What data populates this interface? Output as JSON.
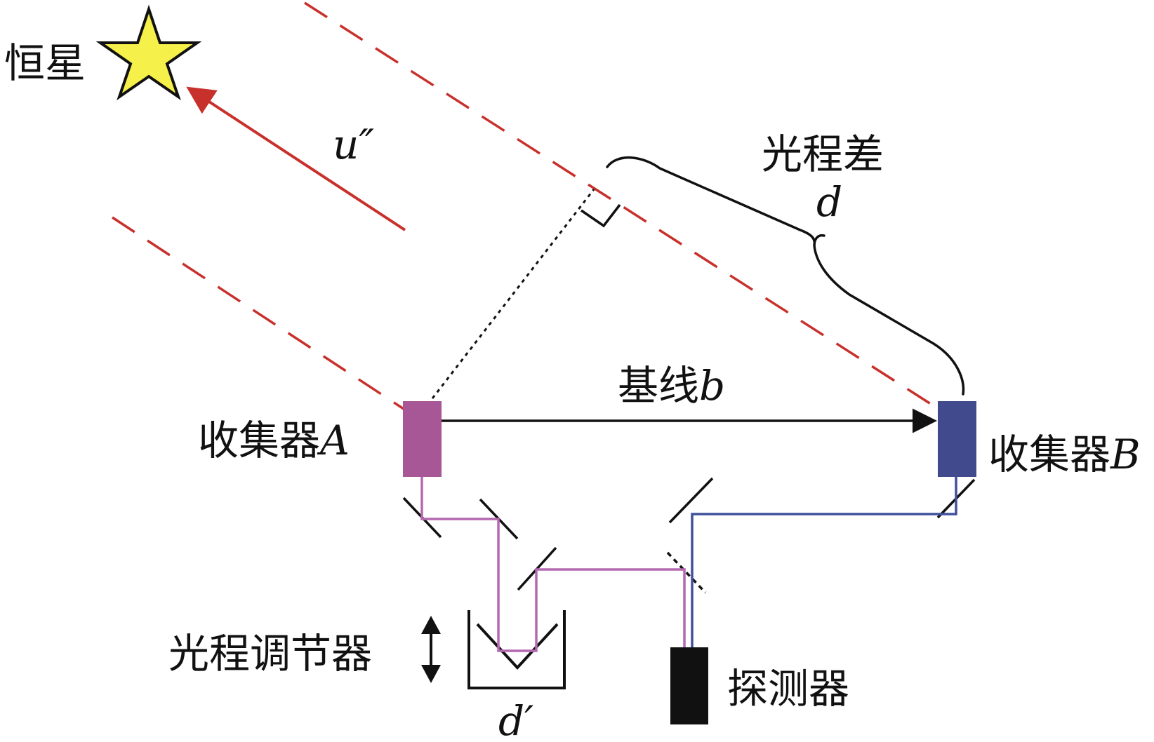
{
  "labels": {
    "star": "恒星",
    "starlight_vector": "u″",
    "path_difference": "光程差",
    "path_difference_symbol": "d",
    "baseline_label": "基线",
    "baseline_symbol": "b",
    "collector_a_label": "收集器",
    "collector_a_letter": "A",
    "collector_b_label": "收集器",
    "collector_b_letter": "B",
    "delay_line": "光程调节器",
    "delay_symbol": "d′",
    "detector": "探测器"
  },
  "colors": {
    "star_fill": "#f6f04a",
    "starlight": "#c8302b",
    "collector_a": "#a85796",
    "collector_b": "#414a8c",
    "beam_a": "#b468b0",
    "beam_b": "#40519c",
    "detector": "#111111",
    "ink": "#111111"
  }
}
